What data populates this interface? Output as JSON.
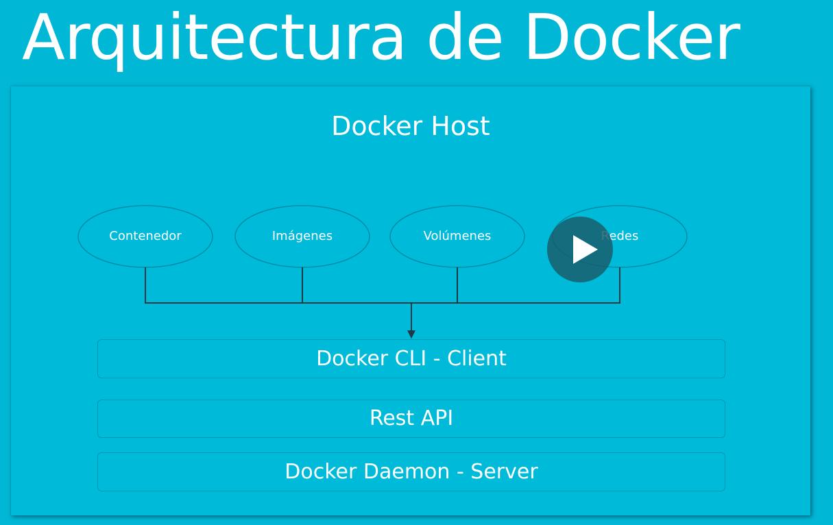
{
  "slide": {
    "title": "Arquitectura de Docker",
    "background_color": "#00b7d6"
  },
  "host": {
    "label": "Docker Host"
  },
  "components": [
    {
      "label": "Contenedor"
    },
    {
      "label": "Imágenes"
    },
    {
      "label": "Volúmenes"
    },
    {
      "label": "Redes"
    }
  ],
  "layers": [
    {
      "label": "Docker CLI - Client"
    },
    {
      "label": "Rest API"
    },
    {
      "label": "Docker Daemon - Server"
    }
  ],
  "video": {
    "play_icon": "play-icon"
  }
}
